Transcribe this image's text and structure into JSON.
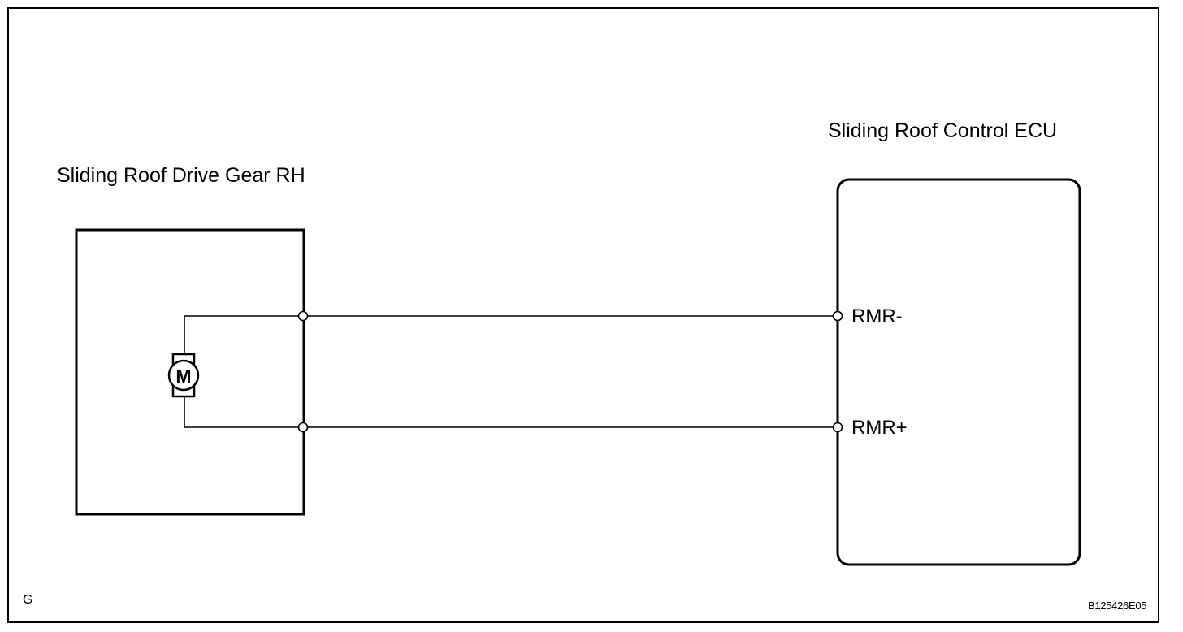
{
  "drive_gear": {
    "title": "Sliding Roof Drive Gear RH",
    "motor_symbol": "M",
    "motor_icon": "motor-icon"
  },
  "ecu": {
    "title": "Sliding Roof Control  ECU",
    "pins": [
      "RMR-",
      "RMR+"
    ]
  },
  "footer": {
    "corner_mark": "G",
    "figure_code": "B125426E05"
  },
  "colors": {
    "line": "#000000",
    "background": "#ffffff"
  }
}
